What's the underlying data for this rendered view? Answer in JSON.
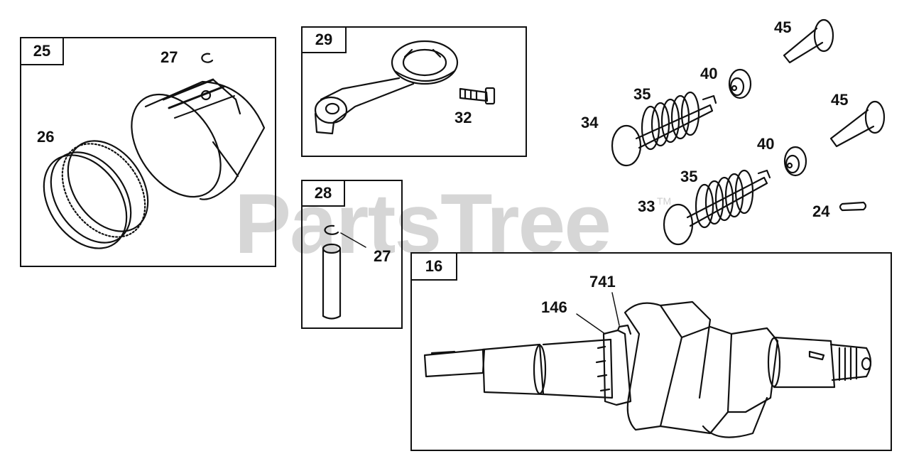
{
  "watermark": {
    "text": "PartsTree",
    "tm": "TM"
  },
  "boxes": {
    "b25": "25",
    "b29": "29",
    "b28": "28",
    "b16": "16"
  },
  "labels": {
    "l27a": "27",
    "l26": "26",
    "l32": "32",
    "l27b": "27",
    "l45a": "45",
    "l40a": "40",
    "l35a": "35",
    "l34": "34",
    "l45b": "45",
    "l40b": "40",
    "l35b": "35",
    "l33": "33",
    "l24": "24",
    "l741": "741",
    "l146": "146"
  }
}
